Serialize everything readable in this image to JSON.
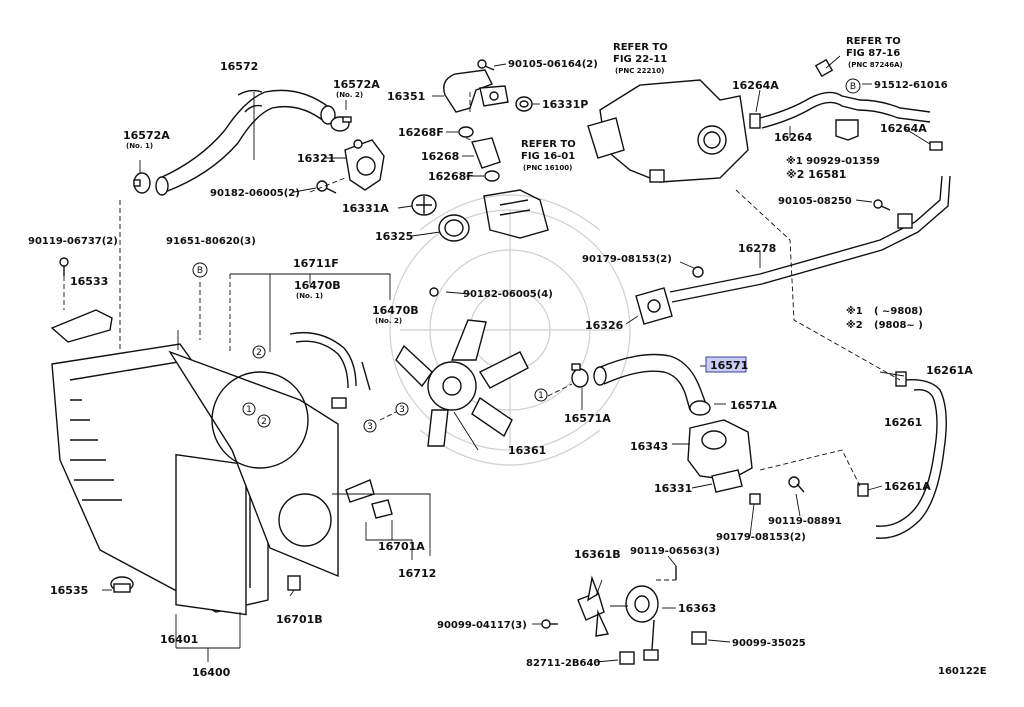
{
  "diagram": {
    "figure_code": "160122E",
    "highlighted_part": "16571",
    "parts": [
      {
        "id": "16572",
        "label": "16572"
      },
      {
        "id": "16572A-2",
        "label": "16572A",
        "note": "(No. 2)"
      },
      {
        "id": "16572A-1",
        "label": "16572A",
        "note": "(No. 1)"
      },
      {
        "id": "16321",
        "label": "16321"
      },
      {
        "id": "90182-06005-2",
        "label": "90182-06005(2)"
      },
      {
        "id": "90105-06164",
        "label": "90105-06164(2)"
      },
      {
        "id": "16351",
        "label": "16351"
      },
      {
        "id": "16331P",
        "label": "16331P"
      },
      {
        "id": "16268F-a",
        "label": "16268F"
      },
      {
        "id": "16268",
        "label": "16268"
      },
      {
        "id": "16268F-b",
        "label": "16268F"
      },
      {
        "id": "16331A",
        "label": "16331A"
      },
      {
        "id": "16325",
        "label": "16325"
      },
      {
        "id": "16264A-a",
        "label": "16264A"
      },
      {
        "id": "16264",
        "label": "16264"
      },
      {
        "id": "16264A-b",
        "label": "16264A"
      },
      {
        "id": "91512-61016",
        "label": "91512-61016"
      },
      {
        "id": "90929-01359",
        "label": "※1 90929-01359"
      },
      {
        "id": "16581",
        "label": "※2 16581"
      },
      {
        "id": "90105-08250",
        "label": "90105-08250"
      },
      {
        "id": "90119-06737",
        "label": "90119-06737(2)"
      },
      {
        "id": "91651-80620",
        "label": "91651-80620(3)"
      },
      {
        "id": "16533",
        "label": "16533"
      },
      {
        "id": "16711F",
        "label": "16711F"
      },
      {
        "id": "16470B-1",
        "label": "16470B",
        "note": "(No. 1)"
      },
      {
        "id": "16470B-2",
        "label": "16470B",
        "note": "(No. 2)"
      },
      {
        "id": "90182-06005-4",
        "label": "90182-06005(4)"
      },
      {
        "id": "90179-08153-a",
        "label": "90179-08153(2)"
      },
      {
        "id": "16278",
        "label": "16278"
      },
      {
        "id": "16326",
        "label": "16326"
      },
      {
        "id": "16571",
        "label": "16571"
      },
      {
        "id": "16571A-a",
        "label": "16571A"
      },
      {
        "id": "16571A-b",
        "label": "16571A"
      },
      {
        "id": "16343",
        "label": "16343"
      },
      {
        "id": "16361",
        "label": "16361"
      },
      {
        "id": "16331",
        "label": "16331"
      },
      {
        "id": "90119-08891",
        "label": "90119-08891"
      },
      {
        "id": "90179-08153-b",
        "label": "90179-08153(2)"
      },
      {
        "id": "16261A-a",
        "label": "16261A"
      },
      {
        "id": "16261",
        "label": "16261"
      },
      {
        "id": "16261A-b",
        "label": "16261A"
      },
      {
        "id": "16535",
        "label": "16535"
      },
      {
        "id": "16401",
        "label": "16401"
      },
      {
        "id": "16400",
        "label": "16400"
      },
      {
        "id": "16701A",
        "label": "16701A"
      },
      {
        "id": "16712",
        "label": "16712"
      },
      {
        "id": "16701B",
        "label": "16701B"
      },
      {
        "id": "16361B",
        "label": "16361B"
      },
      {
        "id": "90119-06563",
        "label": "90119-06563(3)"
      },
      {
        "id": "16363",
        "label": "16363"
      },
      {
        "id": "90099-04117",
        "label": "90099-04117(3)"
      },
      {
        "id": "90099-35025",
        "label": "90099-35025"
      },
      {
        "id": "82711-2B640",
        "label": "82711-2B640"
      }
    ],
    "refs": [
      {
        "id": "ref-22-11",
        "line1": "REFER TO",
        "line2": "FIG 22-11",
        "line3": "(PNC 22210)"
      },
      {
        "id": "ref-16-01",
        "line1": "REFER TO",
        "line2": "FIG 16-01",
        "line3": "(PNC 16100)"
      },
      {
        "id": "ref-87-16",
        "line1": "REFER TO",
        "line2": "FIG 87-16",
        "line3": "(PNC 87246A)"
      }
    ],
    "notes": {
      "note1_mark": "※1",
      "note1_text": "(      ~9808)",
      "note2_mark": "※2",
      "note2_text": "(9808~      )"
    },
    "markers": {
      "b": "B",
      "one": "1",
      "two": "2",
      "three": "3"
    }
  }
}
